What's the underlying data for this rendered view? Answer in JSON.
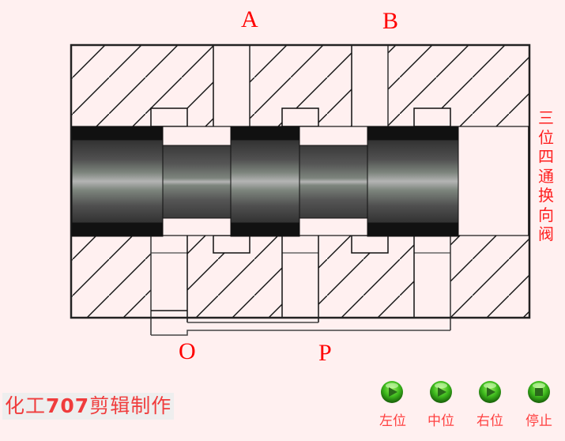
{
  "diagram": {
    "title_vertical": [
      "三",
      "位",
      "四",
      "通",
      "换",
      "向",
      "阀"
    ],
    "ports": {
      "A": "A",
      "B": "B",
      "O": "O",
      "P": "P"
    },
    "colors": {
      "background": "#fff0f0",
      "label_red": "#ff0000",
      "outline": "#1a1a1a",
      "spool_dark": "#111111",
      "button_green": "#3cb81c"
    }
  },
  "credit": {
    "prefix": "化工",
    "number": "707",
    "suffix": "剪辑制作"
  },
  "controls": [
    {
      "id": "left",
      "label": "左位",
      "icon": "play-icon"
    },
    {
      "id": "middle",
      "label": "中位",
      "icon": "play-icon"
    },
    {
      "id": "right",
      "label": "右位",
      "icon": "play-icon"
    },
    {
      "id": "stop",
      "label": "停止",
      "icon": "stop-icon"
    }
  ]
}
